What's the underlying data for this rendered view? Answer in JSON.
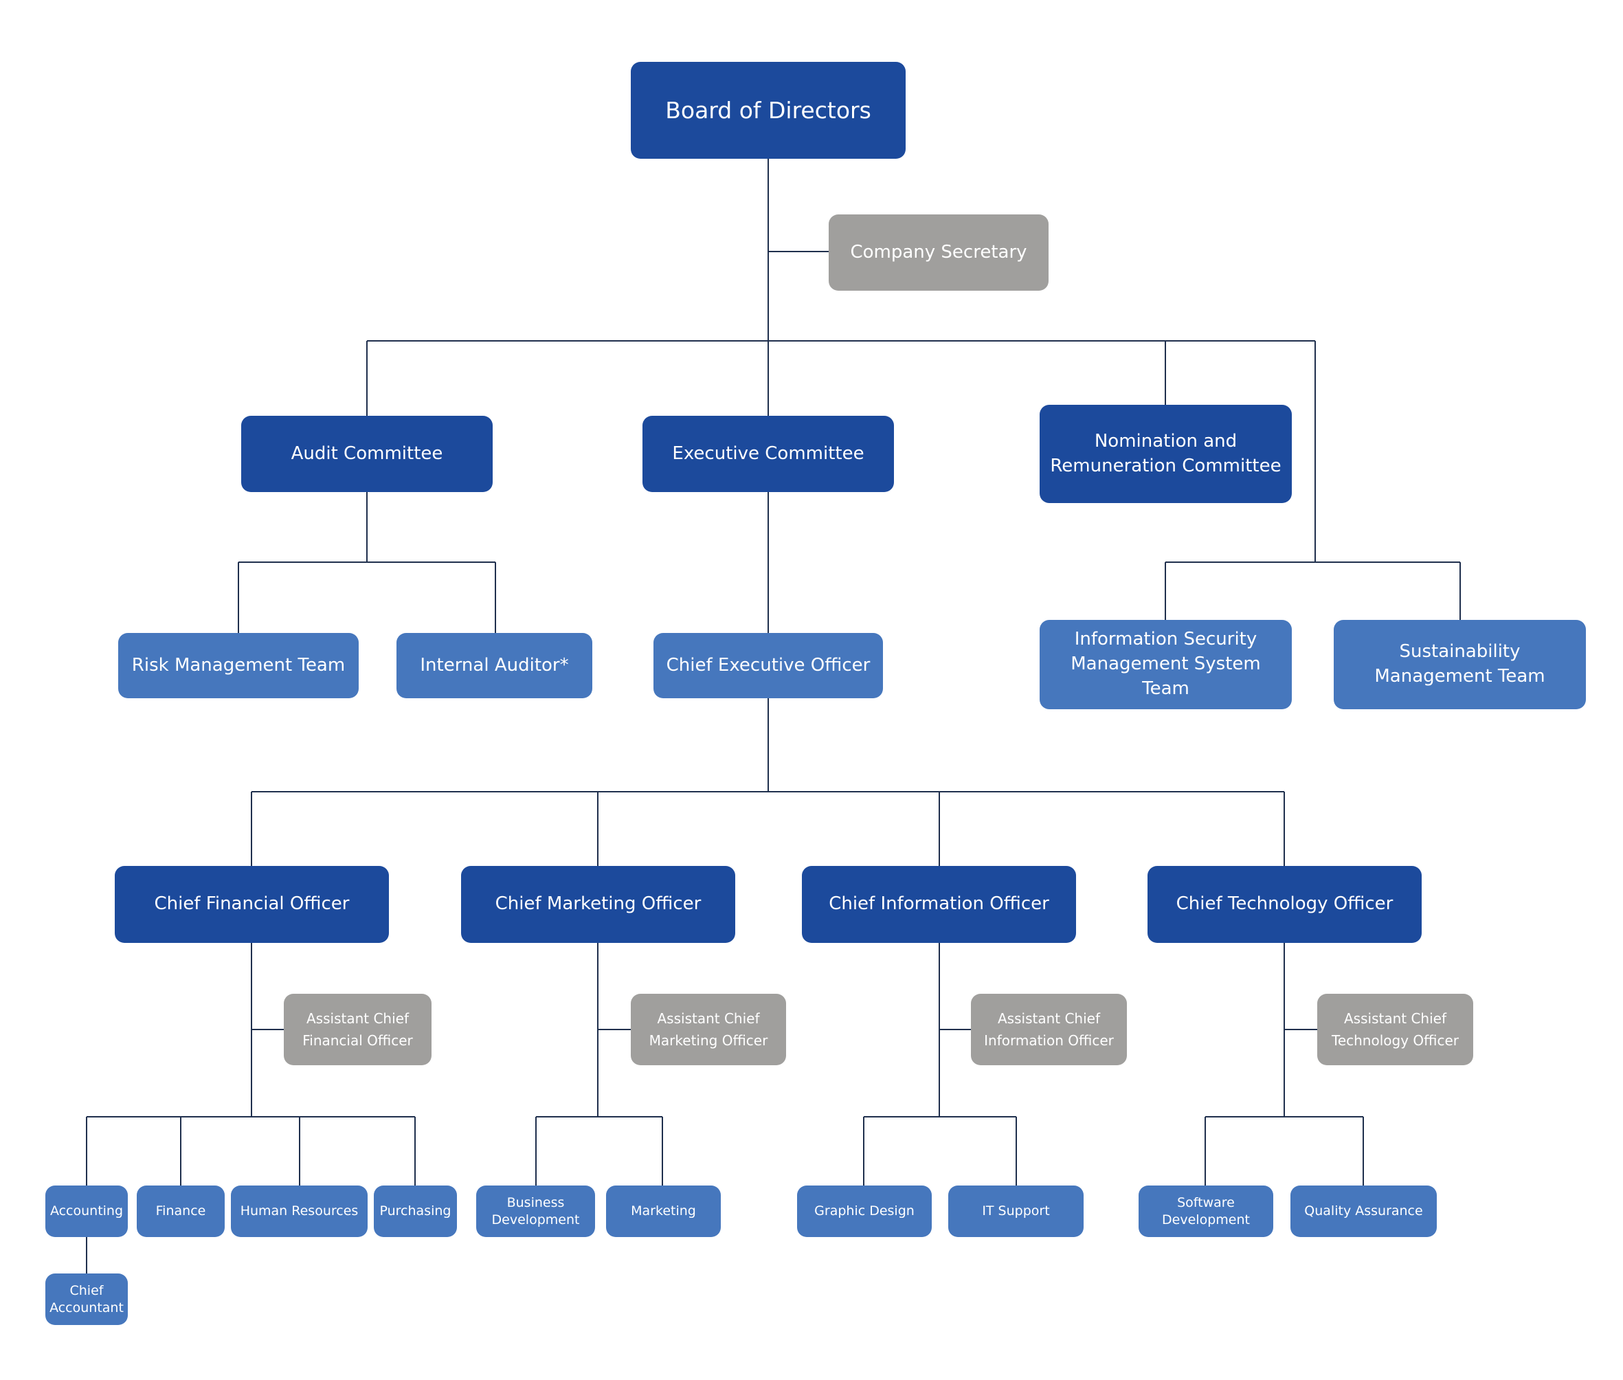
{
  "org_chart": {
    "board": "Board of Directors",
    "company_secretary": "Company Secretary",
    "committees": {
      "audit": "Audit Committee",
      "executive": "Executive Committee",
      "nomination": "Nomination and\nRemuneration Committee"
    },
    "audit_children": {
      "risk": "Risk Management Team",
      "internal_auditor": "Internal Auditor*"
    },
    "ceo": "Chief Executive Officer",
    "board_teams": {
      "infosec": "Information Security\nManagement System Team",
      "sustainability": "Sustainability\nManagement Team"
    },
    "chiefs": {
      "cfo": "Chief Financial Officer",
      "cmo": "Chief Marketing Officer",
      "cio": "Chief Information Officer",
      "cto": "Chief Technology Officer"
    },
    "assistants": {
      "cfo": "Assistant Chief\nFinancial Officer",
      "cmo": "Assistant Chief\nMarketing Officer",
      "cio": "Assistant Chief\nInformation Officer",
      "cto": "Assistant Chief\nTechnology Officer"
    },
    "departments": {
      "accounting": "Accounting",
      "finance": "Finance",
      "human_resources": "Human Resources",
      "purchasing": "Purchasing",
      "chief_accountant": "Chief\nAccountant",
      "business_development": "Business\nDevelopment",
      "marketing": "Marketing",
      "graphic_design": "Graphic Design",
      "it_support": "IT Support",
      "software_development": "Software\nDevelopment",
      "quality_assurance": "Quality Assurance"
    }
  },
  "colors": {
    "dark_box": "#1c4a9c",
    "mid_box": "#4677bd",
    "grey_box": "#a09f9d",
    "connector": "#1f2f4d",
    "text": "#ffffff"
  }
}
